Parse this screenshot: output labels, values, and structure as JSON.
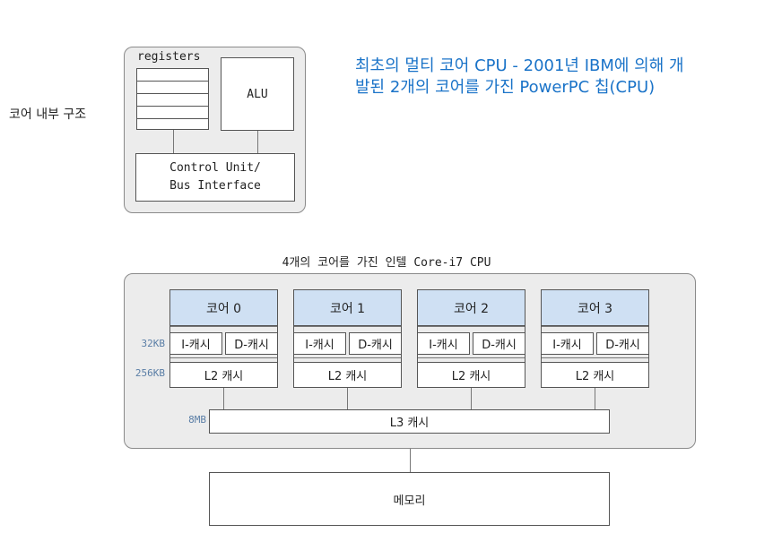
{
  "core_internal": {
    "side_label": "코어 내부 구조",
    "registers_label": "registers",
    "alu_label": "ALU",
    "control_unit_lines": [
      "Control Unit/",
      "Bus Interface"
    ]
  },
  "caption": {
    "line1": "최초의 멀티 코어 CPU -  2001년 IBM에 의해 개",
    "line2": "발된 2개의 코어를 가진 PowerPC 칩(CPU)",
    "color": "#1a73c8"
  },
  "cpu": {
    "title": "4개의 코어를 가진 인텔 Core-i7 CPU",
    "cache_sizes": {
      "l1": "32KB",
      "l2": "256KB",
      "l3": "8MB"
    },
    "cores": [
      {
        "name": "코어 0",
        "icache": "I-캐시",
        "dcache": "D-캐시",
        "l2": "L2 캐시"
      },
      {
        "name": "코어 1",
        "icache": "I-캐시",
        "dcache": "D-캐시",
        "l2": "L2 캐시"
      },
      {
        "name": "코어 2",
        "icache": "I-캐시",
        "dcache": "D-캐시",
        "l2": "L2 캐시"
      },
      {
        "name": "코어 3",
        "icache": "I-캐시",
        "dcache": "D-캐시",
        "l2": "L2 캐시"
      }
    ],
    "l3_label": "L3 캐시",
    "core_head_color": "#cfe0f3"
  },
  "memory": {
    "label": "메모리"
  }
}
